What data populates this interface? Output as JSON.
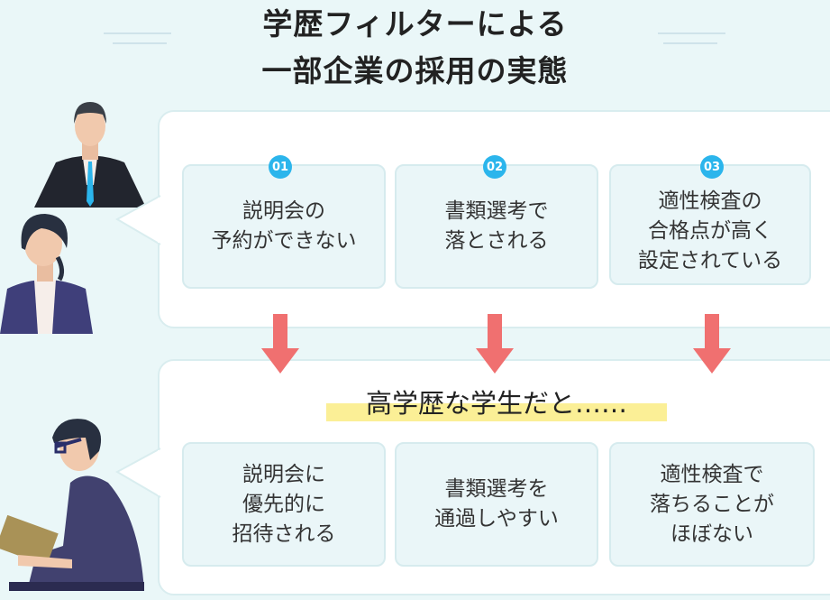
{
  "title": {
    "line1": "学歴フィルターによる",
    "line2": "一部企業の採用の実態"
  },
  "colors": {
    "badge": "#2bb5ec",
    "arrow": "#f07070",
    "highlight": "#fbef96",
    "background": "#eaf7f8"
  },
  "top_panel": {
    "items": [
      {
        "number": "01",
        "text": "説明会の\n予約ができない"
      },
      {
        "number": "02",
        "text": "書類選考で\n落とされる"
      },
      {
        "number": "03",
        "text": "適性検査の\n合格点が高く\n設定されている"
      }
    ]
  },
  "bottom_panel": {
    "heading": "高学歴な学生だと……",
    "items": [
      {
        "text": "説明会に\n優先的に\n招待される"
      },
      {
        "text": "書類選考を\n通過しやすい"
      },
      {
        "text": "適性検査で\n落ちることが\nほぼない"
      }
    ]
  }
}
